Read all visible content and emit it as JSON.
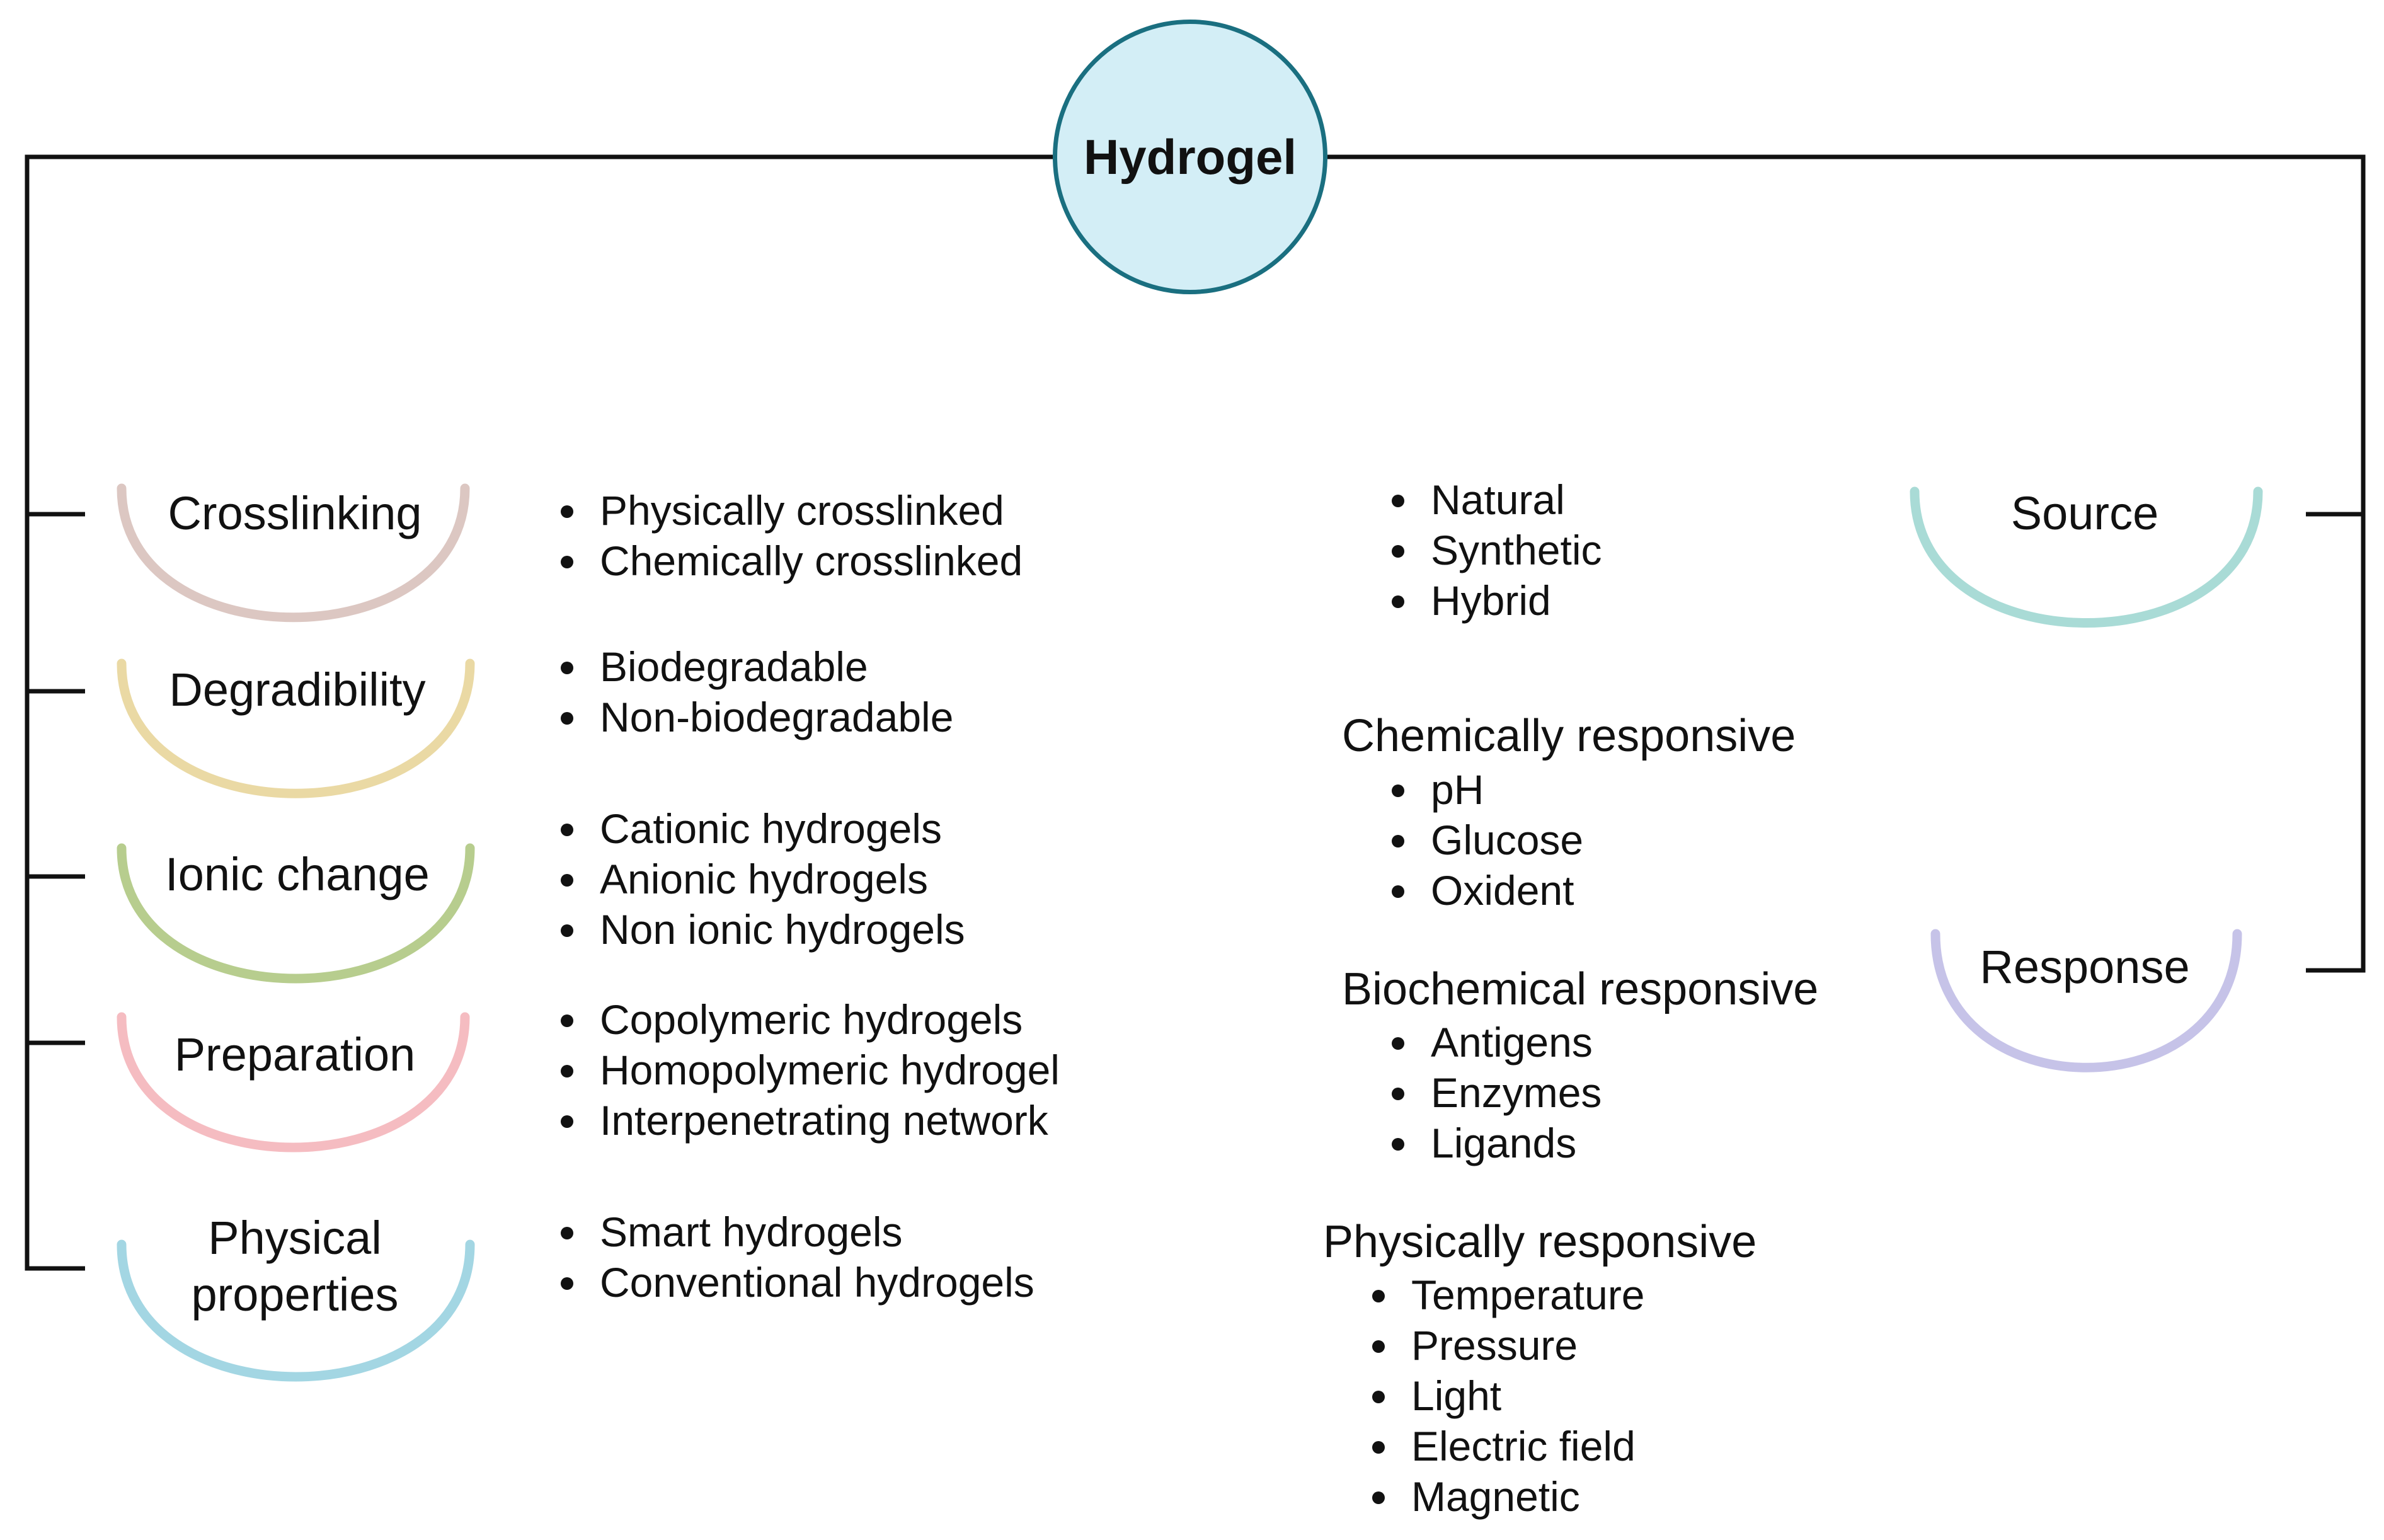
{
  "root": {
    "label": "Hydrogel"
  },
  "left_categories": [
    {
      "label": "Crosslinking",
      "color": "#dcc7c2",
      "items": [
        "Physically crosslinked",
        "Chemically crosslinked"
      ]
    },
    {
      "label": "Degradibility",
      "color": "#ead9a4",
      "items": [
        "Biodegradable",
        "Non-biodegradable"
      ]
    },
    {
      "label": "Ionic change",
      "color": "#b7cd8e",
      "items": [
        "Cationic hydrogels",
        "Anionic hydrogels",
        "Non ionic hydrogels"
      ]
    },
    {
      "label": "Preparation",
      "color": "#f5bcc1",
      "items": [
        "Copolymeric hydrogels",
        "Homopolymeric hydrogel",
        "Interpenetrating network"
      ]
    },
    {
      "label": "Physical properties",
      "color": "#a3d6e3",
      "items": [
        "Smart hydrogels",
        "Conventional hydrogels"
      ]
    }
  ],
  "right_categories": [
    {
      "label": "Source",
      "color": "#a9dbd6"
    },
    {
      "label": "Response",
      "color": "#c6c3e8"
    }
  ],
  "source_items": [
    "Natural",
    "Synthetic",
    "Hybrid"
  ],
  "response_groups": [
    {
      "title": "Chemically responsive",
      "items": [
        "pH",
        "Glucose",
        "Oxident"
      ]
    },
    {
      "title": "Biochemical responsive",
      "items": [
        "Antigens",
        "Enzymes",
        "Ligands"
      ]
    },
    {
      "title": "Physically responsive",
      "items": [
        "Temperature",
        "Pressure",
        "Light",
        "Electric field",
        "Magnetic"
      ]
    }
  ]
}
